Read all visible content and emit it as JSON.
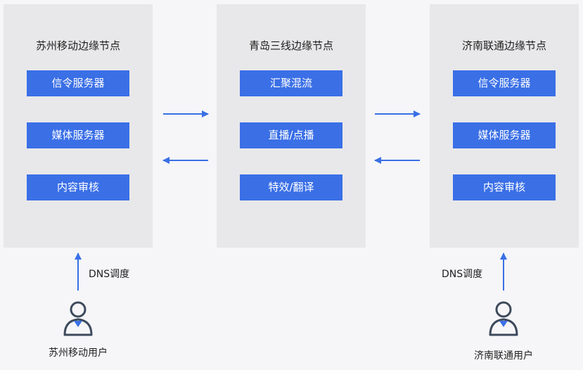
{
  "nodes": {
    "left": {
      "title": "苏州移动边缘节点",
      "services": [
        "信令服务器",
        "媒体服务器",
        "内容审核"
      ]
    },
    "middle": {
      "title": "青岛三线边缘节点",
      "services": [
        "汇聚混流",
        "直播/点播",
        "特效/翻译"
      ]
    },
    "right": {
      "title": "济南联通边缘节点",
      "services": [
        "信令服务器",
        "媒体服务器",
        "内容审核"
      ]
    }
  },
  "dns": {
    "left_label": "DNS调度",
    "right_label": "DNS调度"
  },
  "users": {
    "left_label": "苏州移动用户",
    "right_label": "济南联通用户"
  },
  "colors": {
    "accent_blue": "#3a6fe6",
    "panel_bg": "#e8e8ea",
    "user_icon": "#3d4a5c",
    "page_bg": "#f6f6f8"
  }
}
